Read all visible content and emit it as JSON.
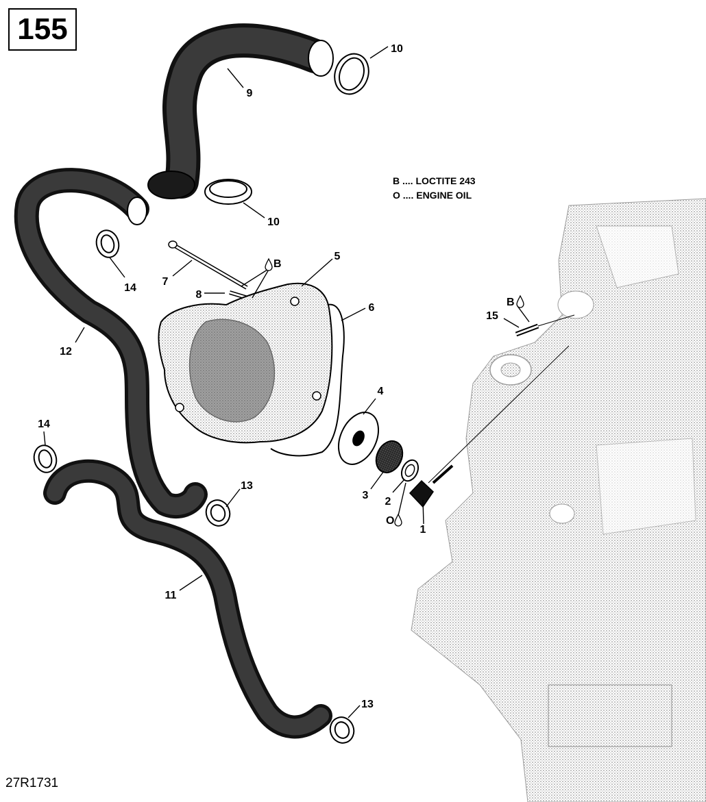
{
  "page": {
    "number": "155",
    "figure_id": "27R1731"
  },
  "legend": [
    {
      "code": "B",
      "text": "B .... LOCTITE 243"
    },
    {
      "code": "O",
      "text": "O .... ENGINE OIL"
    }
  ],
  "callouts": {
    "c1": "1",
    "c2": "2",
    "c3": "3",
    "c4": "4",
    "c5": "5",
    "c6": "6",
    "c7": "7",
    "c8": "8",
    "c9": "9",
    "c10a": "10",
    "c10b": "10",
    "c11": "11",
    "c12": "12",
    "c13a": "13",
    "c13b": "13",
    "c14a": "14",
    "c14b": "14",
    "c15": "15"
  },
  "product_marks": {
    "loctite": "B",
    "oil": "O"
  },
  "icons": [
    "drop-icon"
  ],
  "colors": {
    "ink": "#000000",
    "hose": "#111111",
    "engine_stipple": "#b5b5b5"
  }
}
